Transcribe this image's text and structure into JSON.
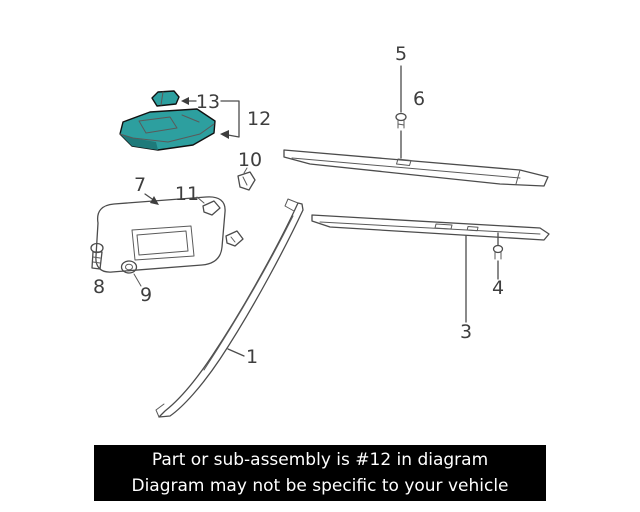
{
  "diagram": {
    "type": "exploded-parts-diagram",
    "highlighted_part": "12",
    "callouts": {
      "n1": "1",
      "n3": "3",
      "n4": "4",
      "n5": "5",
      "n6": "6",
      "n7": "7",
      "n8": "8",
      "n9": "9",
      "n10": "10",
      "n11": "11",
      "n12": "12",
      "n13": "13"
    }
  },
  "colors": {
    "highlight": "#2d9f9f",
    "highlight_dark": "#1e7a7a",
    "line": "#4c4c4c",
    "banner_bg": "#000000",
    "banner_text": "#ffffff"
  },
  "banner": {
    "line1": "Part or sub-assembly is #12 in diagram",
    "line2": "Diagram may not be specific to your vehicle"
  }
}
